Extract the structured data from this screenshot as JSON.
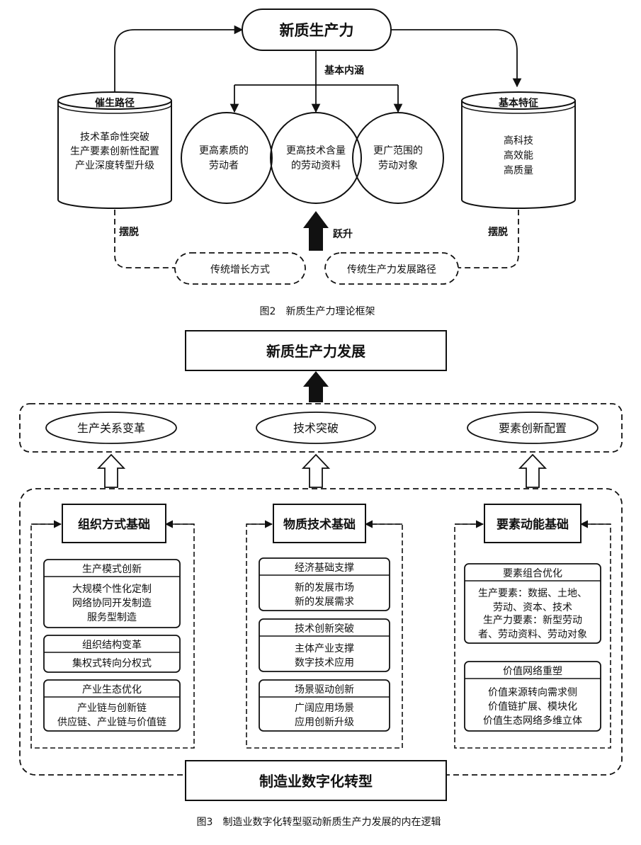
{
  "figure2": {
    "top_node": "新质生产力",
    "branch_label": "基本内涵",
    "left_cylinder": {
      "title": "催生路径",
      "lines": [
        "技术革命性突破",
        "生产要素创新性配置",
        "产业深度转型升级"
      ]
    },
    "right_cylinder": {
      "title": "基本特征",
      "lines": [
        "高科技",
        "高效能",
        "高质量"
      ]
    },
    "circles": [
      {
        "lines": [
          "更高素质的",
          "劳动者"
        ]
      },
      {
        "lines": [
          "更高技术含量",
          "的劳动资料"
        ]
      },
      {
        "lines": [
          "更广范围的",
          "劳动对象"
        ]
      }
    ],
    "leap_label": "跃升",
    "left_escape_label": "摆脱",
    "right_escape_label": "摆脱",
    "bottom_left_node": "传统增长方式",
    "bottom_right_node": "传统生产力发展路径",
    "caption": "图2　新质生产力理论框架"
  },
  "figure3": {
    "top_box": "新质生产力发展",
    "ellipses": [
      "生产关系变革",
      "技术突破",
      "要素创新配置"
    ],
    "columns": [
      {
        "title": "组织方式基础",
        "cards": [
          {
            "title": "生产模式创新",
            "lines": [
              "大规模个性化定制",
              "网络协同开发制造",
              "服务型制造"
            ]
          },
          {
            "title": "组织结构变革",
            "lines": [
              "集权式转向分权式"
            ]
          },
          {
            "title": "产业生态优化",
            "lines": [
              "产业链与创新链",
              "供应链、产业链与价值链"
            ]
          }
        ]
      },
      {
        "title": "物质技术基础",
        "cards": [
          {
            "title": "经济基础支撑",
            "lines": [
              "新的发展市场",
              "新的发展需求"
            ]
          },
          {
            "title": "技术创新突破",
            "lines": [
              "主体产业支撑",
              "数字技术应用"
            ]
          },
          {
            "title": "场景驱动创新",
            "lines": [
              "广阔应用场景",
              "应用创新升级"
            ]
          }
        ]
      },
      {
        "title": "要素动能基础",
        "cards": [
          {
            "title": "要素组合优化",
            "lines": [
              "生产要素：数据、土地、",
              "劳动、资本、技术",
              "生产力要素：新型劳动",
              "者、劳动资料、劳动对象"
            ]
          },
          {
            "title": "价值网络重塑",
            "lines": [
              "价值来源转向需求侧",
              "价值链扩展、模块化",
              "价值生态网络多维立体"
            ]
          }
        ]
      }
    ],
    "bottom_box": "制造业数字化转型",
    "caption": "图3　制造业数字化转型驱动新质生产力发展的内在逻辑"
  }
}
